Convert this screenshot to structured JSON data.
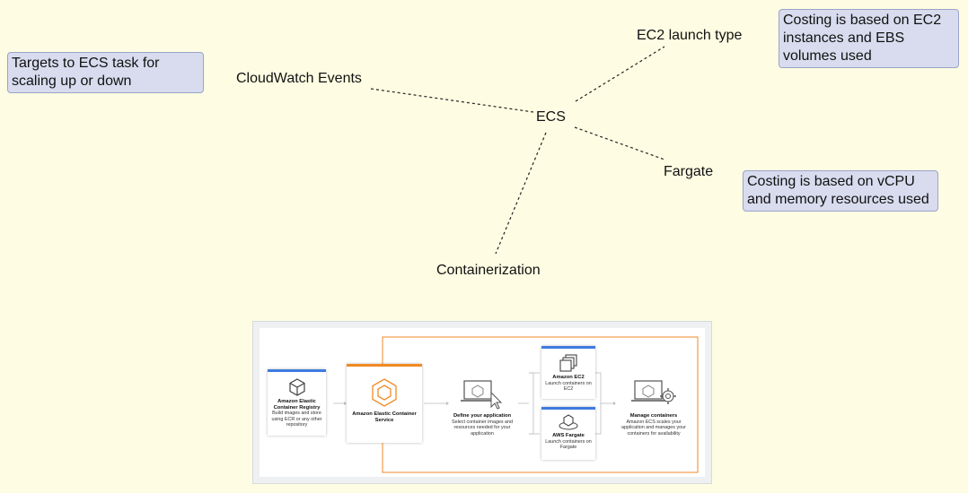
{
  "mindmap": {
    "center": "ECS",
    "branches": {
      "cloudwatch": "CloudWatch Events",
      "ec2": "EC2 launch type",
      "fargate": "Fargate",
      "containerization": "Containerization"
    },
    "notes": {
      "cloudwatch": "Targets to ECS task for scaling up or down",
      "ec2": "Costing is based on EC2 instances and EBS volumes used",
      "fargate": "Costing is based on vCPU and memory resources used"
    }
  },
  "figure": {
    "ecr": {
      "title": "Amazon Elastic Container Registry",
      "desc": "Build images and store using ECR or any other repository"
    },
    "ecs": {
      "title": "Amazon Elastic Container Service"
    },
    "define": {
      "title": "Define your application",
      "desc": "Select container images and resources needed for your application"
    },
    "ec2": {
      "title": "Amazon EC2",
      "desc": "Launch containers on EC2"
    },
    "fargate": {
      "title": "AWS Fargate",
      "desc": "Launch containers on Fargate"
    },
    "manage": {
      "title": "Manage containers",
      "desc": "Amazon ECS scales your application and manages your containers for availability"
    }
  },
  "colors": {
    "background": "#fefde3",
    "note_fill": "#d8dcee",
    "note_border": "#9aa3c8",
    "aws_orange": "#f08a24",
    "aws_blue": "#3f7ae0"
  }
}
